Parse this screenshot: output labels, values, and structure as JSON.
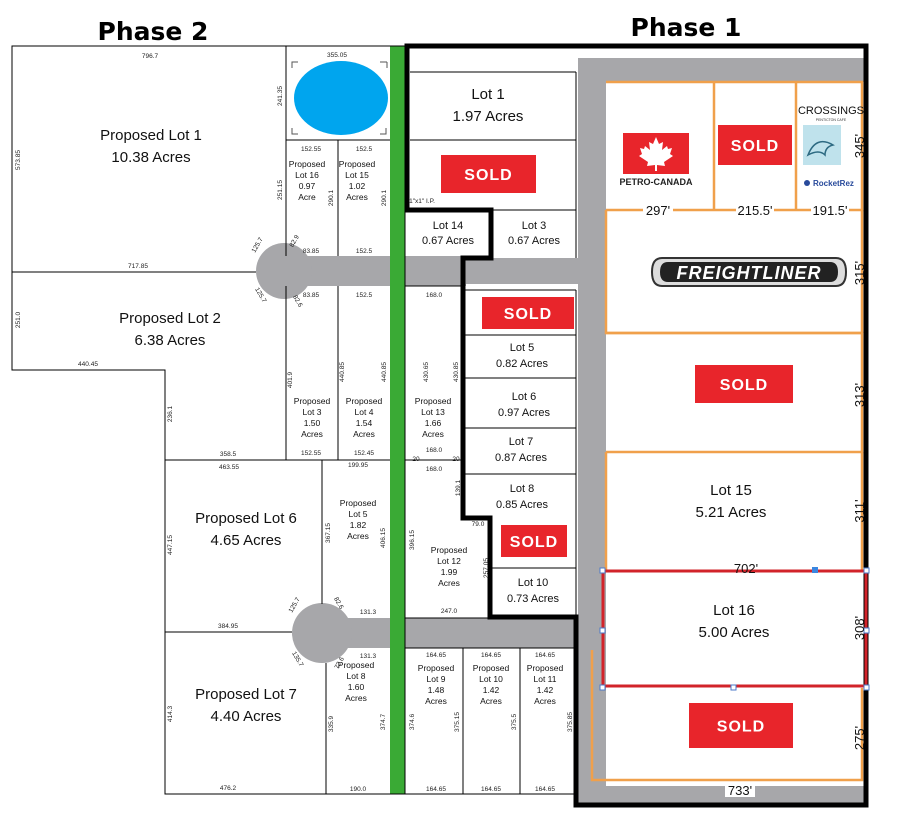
{
  "headings": {
    "phase2": "Phase 2",
    "phase1": "Phase 1"
  },
  "colors": {
    "road": "#a7a7aa",
    "green_strip": "#3aaa35",
    "sold": "#e8252b",
    "pond": "#00a5ee",
    "phase_boundary": "#000000",
    "phase1_lot_lines": "#f0a04b",
    "selection": "#d2232a"
  },
  "phase2_lots": [
    {
      "id": "pl1",
      "name": "Proposed Lot 1",
      "acres": "10.38 Acres"
    },
    {
      "id": "pl2",
      "name": "Proposed Lot 2",
      "acres": "6.38 Acres"
    },
    {
      "id": "pl6",
      "name": "Proposed Lot 6",
      "acres": "4.65 Acres"
    },
    {
      "id": "pl7",
      "name": "Proposed Lot 7",
      "acres": "4.40 Acres"
    }
  ],
  "small_lots": [
    {
      "id": "pl16",
      "l1": "Proposed",
      "l2": "Lot 16",
      "l3": "0.97",
      "l4": "Acre"
    },
    {
      "id": "pl15",
      "l1": "Proposed",
      "l2": "Lot 15",
      "l3": "1.02",
      "l4": "Acres"
    },
    {
      "id": "pl3",
      "l1": "Proposed",
      "l2": "Lot 3",
      "l3": "1.50",
      "l4": "Acres"
    },
    {
      "id": "pl4",
      "l1": "Proposed",
      "l2": "Lot 4",
      "l3": "1.54",
      "l4": "Acres"
    },
    {
      "id": "pl13",
      "l1": "Proposed",
      "l2": "Lot 13",
      "l3": "1.66",
      "l4": "Acres"
    },
    {
      "id": "pl5",
      "l1": "Proposed",
      "l2": "Lot 5",
      "l3": "1.82",
      "l4": "Acres"
    },
    {
      "id": "pl12",
      "l1": "Proposed",
      "l2": "Lot 12",
      "l3": "1.99",
      "l4": "Acres"
    },
    {
      "id": "pl8",
      "l1": "Proposed",
      "l2": "Lot 8",
      "l3": "1.60",
      "l4": "Acres"
    },
    {
      "id": "pl9",
      "l1": "Proposed",
      "l2": "Lot 9",
      "l3": "1.48",
      "l4": "Acres"
    },
    {
      "id": "pl10",
      "l1": "Proposed",
      "l2": "Lot 10",
      "l3": "1.42",
      "l4": "Acres"
    },
    {
      "id": "pl11",
      "l1": "Proposed",
      "l2": "Lot 11",
      "l3": "1.42",
      "l4": "Acres"
    }
  ],
  "phase1_lots": [
    {
      "id": "lot1",
      "name": "Lot 1",
      "acres": "1.97 Acres"
    },
    {
      "id": "lot14",
      "name": "Lot 14",
      "acres": "0.67 Acres"
    },
    {
      "id": "lot3",
      "name": "Lot 3",
      "acres": "0.67 Acres"
    },
    {
      "id": "lot5",
      "name": "Lot 5",
      "acres": "0.82 Acres"
    },
    {
      "id": "lot6",
      "name": "Lot 6",
      "acres": "0.97 Acres"
    },
    {
      "id": "lot7",
      "name": "Lot 7",
      "acres": "0.87 Acres"
    },
    {
      "id": "lot8",
      "name": "Lot 8",
      "acres": "0.85 Acres"
    },
    {
      "id": "lot10",
      "name": "Lot 10",
      "acres": "0.73 Acres"
    },
    {
      "id": "lot15",
      "name": "Lot 15",
      "acres": "5.21 Acres"
    },
    {
      "id": "lot16",
      "name": "Lot 16",
      "acres": "5.00 Acres"
    }
  ],
  "sold_label": "SOLD",
  "logos": {
    "petro": "PETRO-CANADA",
    "crossings": "CROSSINGS",
    "crossings_sub": "PENTICTON CAFE",
    "rocketrez": "RocketRez",
    "freightliner": "FREIGHTLINER"
  },
  "phase1_dims": {
    "d297": "297'",
    "d215": "215.5'",
    "d191": "191.5'",
    "d345": "345'",
    "d315": "315'",
    "d313": "313'",
    "d311": "311'",
    "d702": "702'",
    "d308": "308'",
    "d275": "275'",
    "d733": "733'"
  },
  "survey_note": "1\"x1\" I.P.",
  "dims": {
    "a": "796.7",
    "b": "573.85",
    "c": "717.85",
    "d": "251.0",
    "e": "440.45",
    "f": "236.1",
    "g": "358.5",
    "h": "463.55",
    "i": "447.15",
    "j": "384.95",
    "k": "414.3",
    "l": "476.2",
    "m": "355.05",
    "n": "241.35",
    "o": "251.15",
    "p": "290.1",
    "q": "290.1",
    "r": "152.55",
    "s": "152.5",
    "t": "83.85",
    "u": "152.5",
    "v": "83.85",
    "w": "152.5",
    "x": "168.0",
    "y": "125.7",
    "z": "82.9",
    "aa": "125.7",
    "ab": "82.6",
    "ac": "401.9",
    "ad": "440.85",
    "ae": "440.85",
    "af": "430.65",
    "ag": "430.85",
    "ah": "152.55",
    "ai": "152.45",
    "aj": "168.0",
    "ak": "199.95",
    "al": "367.15",
    "am": "406.15",
    "an": "168.0",
    "ao": "396.15",
    "ap": "139.1",
    "aq": "79.0",
    "ar": "257.05",
    "as": "247.0",
    "at": "20",
    "au": "20",
    "av": "125.7",
    "aw": "82.6",
    "ax": "131.3",
    "ay": "135.7",
    "az": "72.6",
    "ba": "131.3",
    "bb": "164.65",
    "bc": "164.65",
    "bd": "164.65",
    "be": "335.9",
    "bf": "374.7",
    "bg": "374.6",
    "bh": "375.15",
    "bi": "375.5",
    "bj": "375.85",
    "bk": "190.0",
    "bl": "164.65",
    "bm": "164.65",
    "bn": "164.65"
  }
}
